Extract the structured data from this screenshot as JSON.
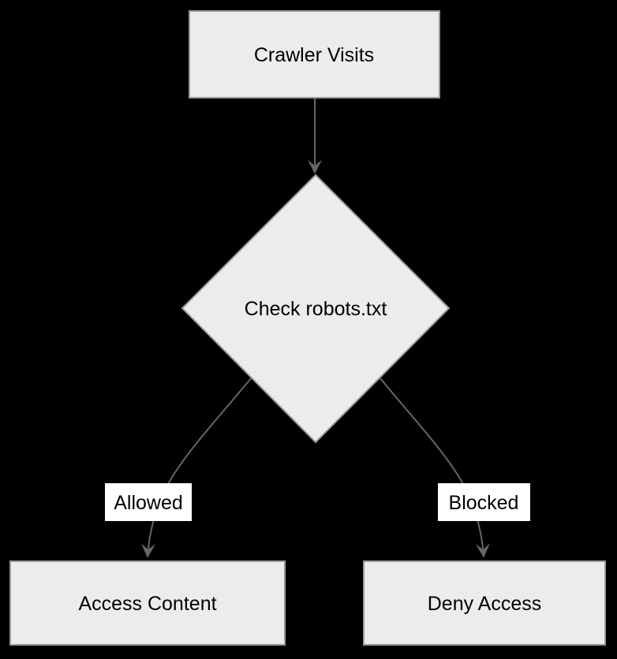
{
  "diagram": {
    "type": "flowchart",
    "direction": "top-down",
    "colors": {
      "background": "#000000",
      "node_fill": "#ececec",
      "node_border": "#999999",
      "edge_line": "#666666",
      "arrowhead": "#666666",
      "edge_label_bg": "#ffffff",
      "text": "#000000"
    },
    "nodes": [
      {
        "id": "crawler-visits",
        "shape": "rectangle",
        "label": "Crawler Visits"
      },
      {
        "id": "check-robots",
        "shape": "diamond",
        "label": "Check robots.txt"
      },
      {
        "id": "access-content",
        "shape": "rectangle",
        "label": "Access Content"
      },
      {
        "id": "deny-access",
        "shape": "rectangle",
        "label": "Deny Access"
      }
    ],
    "edges": [
      {
        "from": "crawler-visits",
        "to": "check-robots",
        "label": ""
      },
      {
        "from": "check-robots",
        "to": "access-content",
        "label": "Allowed"
      },
      {
        "from": "check-robots",
        "to": "deny-access",
        "label": "Blocked"
      }
    ]
  }
}
